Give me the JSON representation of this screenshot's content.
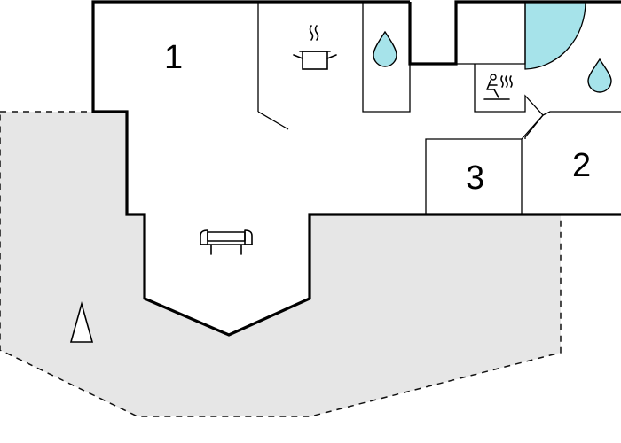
{
  "floor_plan": {
    "rooms": [
      {
        "id": "room-1",
        "label": "1"
      },
      {
        "id": "room-2",
        "label": "2"
      },
      {
        "id": "room-3",
        "label": "3"
      }
    ],
    "icons": [
      "cooking-pot-icon",
      "water-drop-icon",
      "water-drop-icon",
      "sauna-icon",
      "sofa-icon",
      "north-arrow-icon"
    ],
    "colors": {
      "terrace": "#e6e6e6",
      "water": "#a6e3ea",
      "wall": "#000000"
    }
  }
}
